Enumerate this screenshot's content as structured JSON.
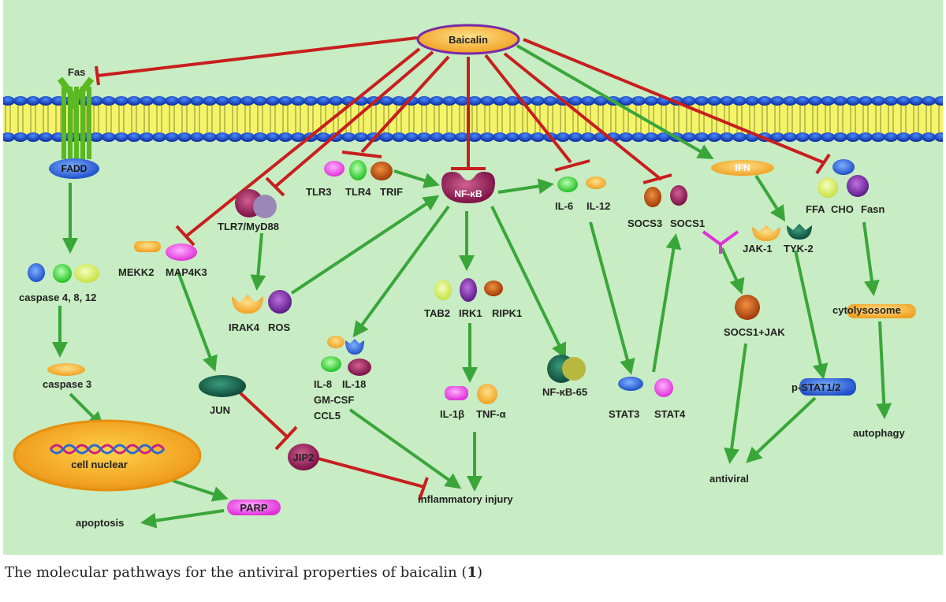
{
  "caption": {
    "text": "The molecular pathways for the antiviral properties of baicalin (",
    "ref": "1",
    "close": ")"
  },
  "diagram": {
    "colors": {
      "background": "#c8ecc3",
      "activation": "#3aa63a",
      "inhibition": "#c81e1e",
      "membrane_blue": "#1e4fc8",
      "membrane_yellow": "#f4f46a"
    },
    "nodes": {
      "baicalin": "Baicalin",
      "fas": "Fas",
      "fadd": "FADD",
      "caspase_4_8_12": "caspase 4, 8, 12",
      "caspase_3": "caspase 3",
      "cell_nuclear": "cell nuclear",
      "parp": "PARP",
      "apoptosis": "apoptosis",
      "mekk2": "MEKK2",
      "map4k3": "MAP4K3",
      "jun": "JUN",
      "jip2": "JIP2",
      "tlr7_myd88": "TLR7/MyD88",
      "irak4": "IRAK4",
      "ros": "ROS",
      "tlr3": "TLR3",
      "tlr4": "TLR4",
      "trif": "TRIF",
      "nfkb": "NF-κB",
      "il8": "IL-8",
      "il18": "IL-18",
      "gmcsf": "GM-CSF",
      "ccl5": "CCL5",
      "tab2": "TAB2",
      "irk1": "IRK1",
      "ripk1": "RIPK1",
      "il1b": "IL-1β",
      "tnfa": "TNF-α",
      "nfkb65": "NF-κB-65",
      "inflammatory_injury": "inflammatory injury",
      "il6": "IL-6",
      "il12": "IL-12",
      "stat3": "STAT3",
      "stat4": "STAT4",
      "socs3": "SOCS3",
      "socs1": "SOCS1",
      "ifn": "IFN",
      "jak1": "JAK-1",
      "tyk2": "TYK-2",
      "socs1_jak": "SOCS1+JAK",
      "p_stat": "p-STAT1/2",
      "antiviral": "antiviral",
      "ffa": "FFA",
      "cho": "CHO",
      "fasn": "Fasn",
      "cytolysosome": "cytolysosome",
      "autophagy": "autophagy"
    },
    "icons": [
      "receptor-icon",
      "molecule-icon",
      "dna-icon",
      "membrane-icon"
    ]
  }
}
